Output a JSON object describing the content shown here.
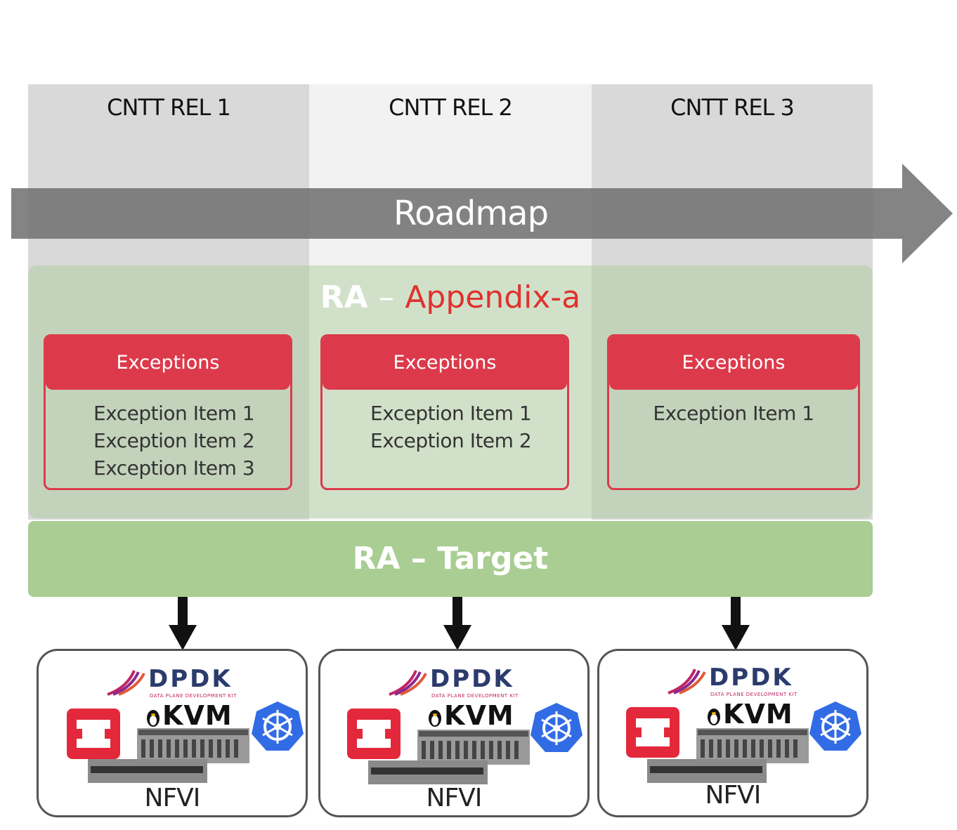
{
  "releases": [
    {
      "label": "CNTT REL 1"
    },
    {
      "label": "CNTT REL 2"
    },
    {
      "label": "CNTT REL 3"
    }
  ],
  "roadmap": {
    "label": "Roadmap"
  },
  "appendix": {
    "prefix": "RA",
    "dash": "–",
    "accent": "Appendix-a",
    "accent_color": "#e0312f"
  },
  "exceptions": [
    {
      "header": "Exceptions",
      "items": [
        "Exception Item 1",
        "Exception Item 2",
        "Exception Item 3"
      ]
    },
    {
      "header": "Exceptions",
      "items": [
        "Exception Item 1",
        "Exception Item 2"
      ]
    },
    {
      "header": "Exceptions",
      "items": [
        "Exception Item 1"
      ]
    }
  ],
  "target": {
    "label": "RA – Target"
  },
  "nfvi": [
    {
      "label": "NFVI",
      "dpdk": "DPDK",
      "dpdk_sub": "DATA PLANE DEVELOPMENT KIT",
      "kvm": "KVM"
    },
    {
      "label": "NFVI",
      "dpdk": "DPDK",
      "dpdk_sub": "DATA PLANE DEVELOPMENT KIT",
      "kvm": "KVM"
    },
    {
      "label": "NFVI",
      "dpdk": "DPDK",
      "dpdk_sub": "DATA PLANE DEVELOPMENT KIT",
      "kvm": "KVM"
    }
  ],
  "colors": {
    "exception_red": "#dc3a4b",
    "target_green": "#a9cd92",
    "roadmap_gray": "#7a7a7a"
  },
  "icons": [
    "openstack-icon",
    "dpdk-icon",
    "kvm-tux-icon",
    "kubernetes-icon",
    "server-icon"
  ]
}
